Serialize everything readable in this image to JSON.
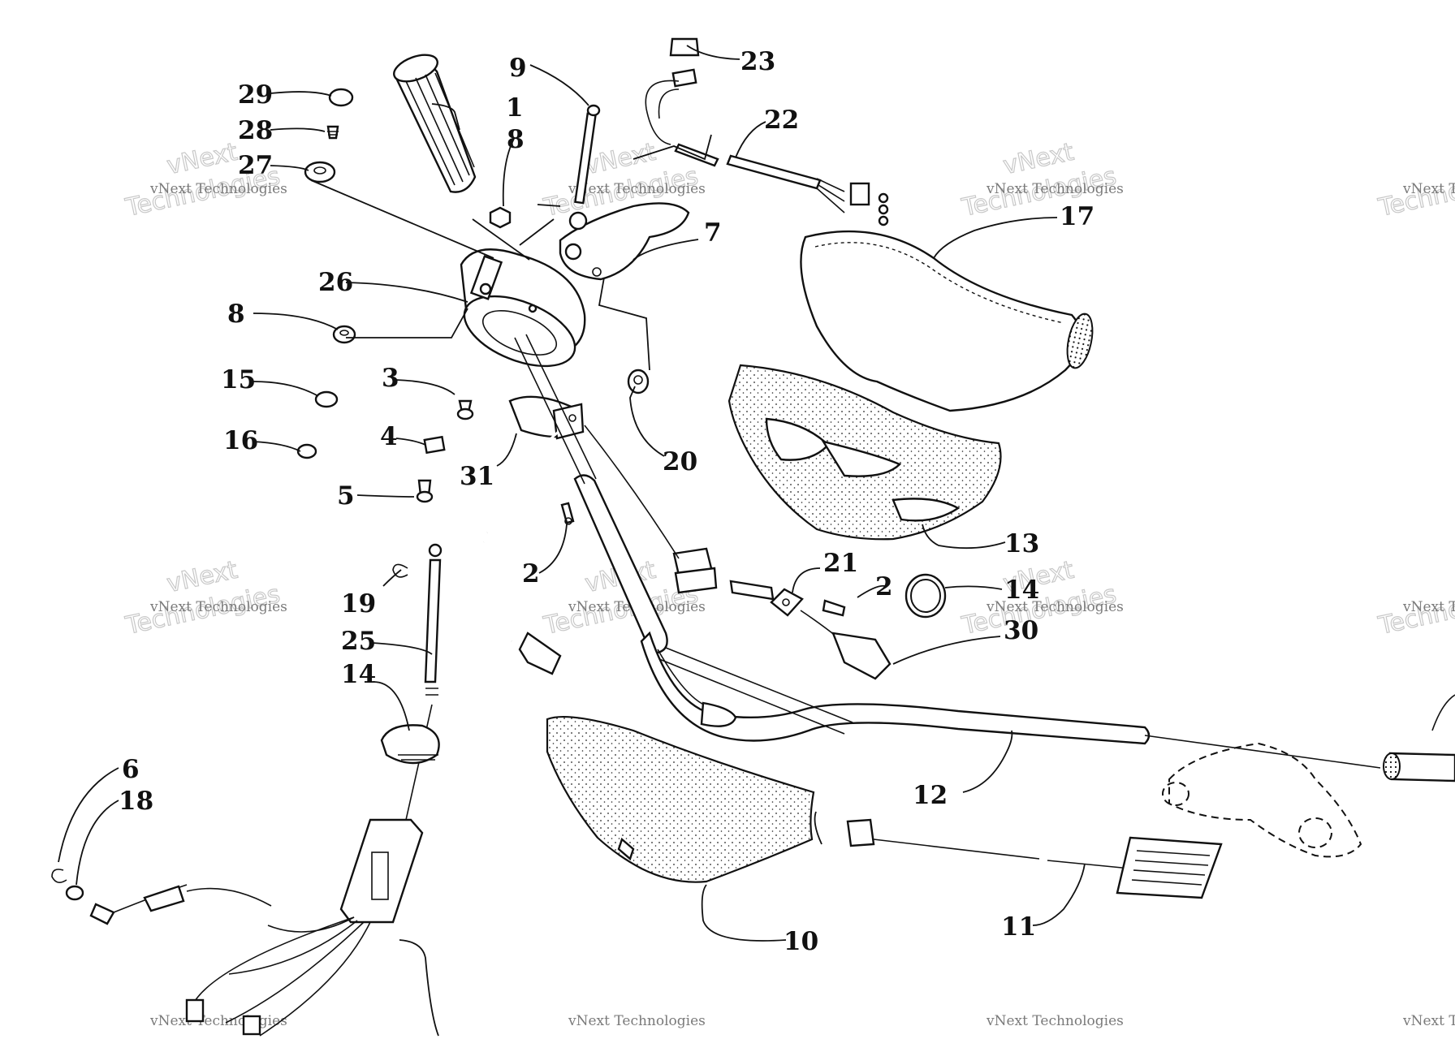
{
  "diagram": {
    "callouts": [
      {
        "id": "1",
        "text": "1"
      },
      {
        "id": "2a",
        "text": "2"
      },
      {
        "id": "2b",
        "text": "2"
      },
      {
        "id": "3",
        "text": "3"
      },
      {
        "id": "4",
        "text": "4"
      },
      {
        "id": "5",
        "text": "5"
      },
      {
        "id": "6",
        "text": "6"
      },
      {
        "id": "7",
        "text": "7"
      },
      {
        "id": "8a",
        "text": "8"
      },
      {
        "id": "8b",
        "text": "8"
      },
      {
        "id": "9",
        "text": "9"
      },
      {
        "id": "10",
        "text": "10"
      },
      {
        "id": "11",
        "text": "11"
      },
      {
        "id": "12",
        "text": "12"
      },
      {
        "id": "13",
        "text": "13"
      },
      {
        "id": "14a",
        "text": "14"
      },
      {
        "id": "14b",
        "text": "14"
      },
      {
        "id": "15",
        "text": "15"
      },
      {
        "id": "16",
        "text": "16"
      },
      {
        "id": "17",
        "text": "17"
      },
      {
        "id": "18",
        "text": "18"
      },
      {
        "id": "19",
        "text": "19"
      },
      {
        "id": "20",
        "text": "20"
      },
      {
        "id": "21",
        "text": "21"
      },
      {
        "id": "22",
        "text": "22"
      },
      {
        "id": "23",
        "text": "23"
      },
      {
        "id": "25",
        "text": "25"
      },
      {
        "id": "26",
        "text": "26"
      },
      {
        "id": "27",
        "text": "27"
      },
      {
        "id": "28",
        "text": "28"
      },
      {
        "id": "29",
        "text": "29"
      },
      {
        "id": "30",
        "text": "30"
      },
      {
        "id": "31",
        "text": "31"
      }
    ]
  },
  "watermark": {
    "line1": "vNext Technologies",
    "line2": "vNext",
    "line3": "Technologies"
  }
}
